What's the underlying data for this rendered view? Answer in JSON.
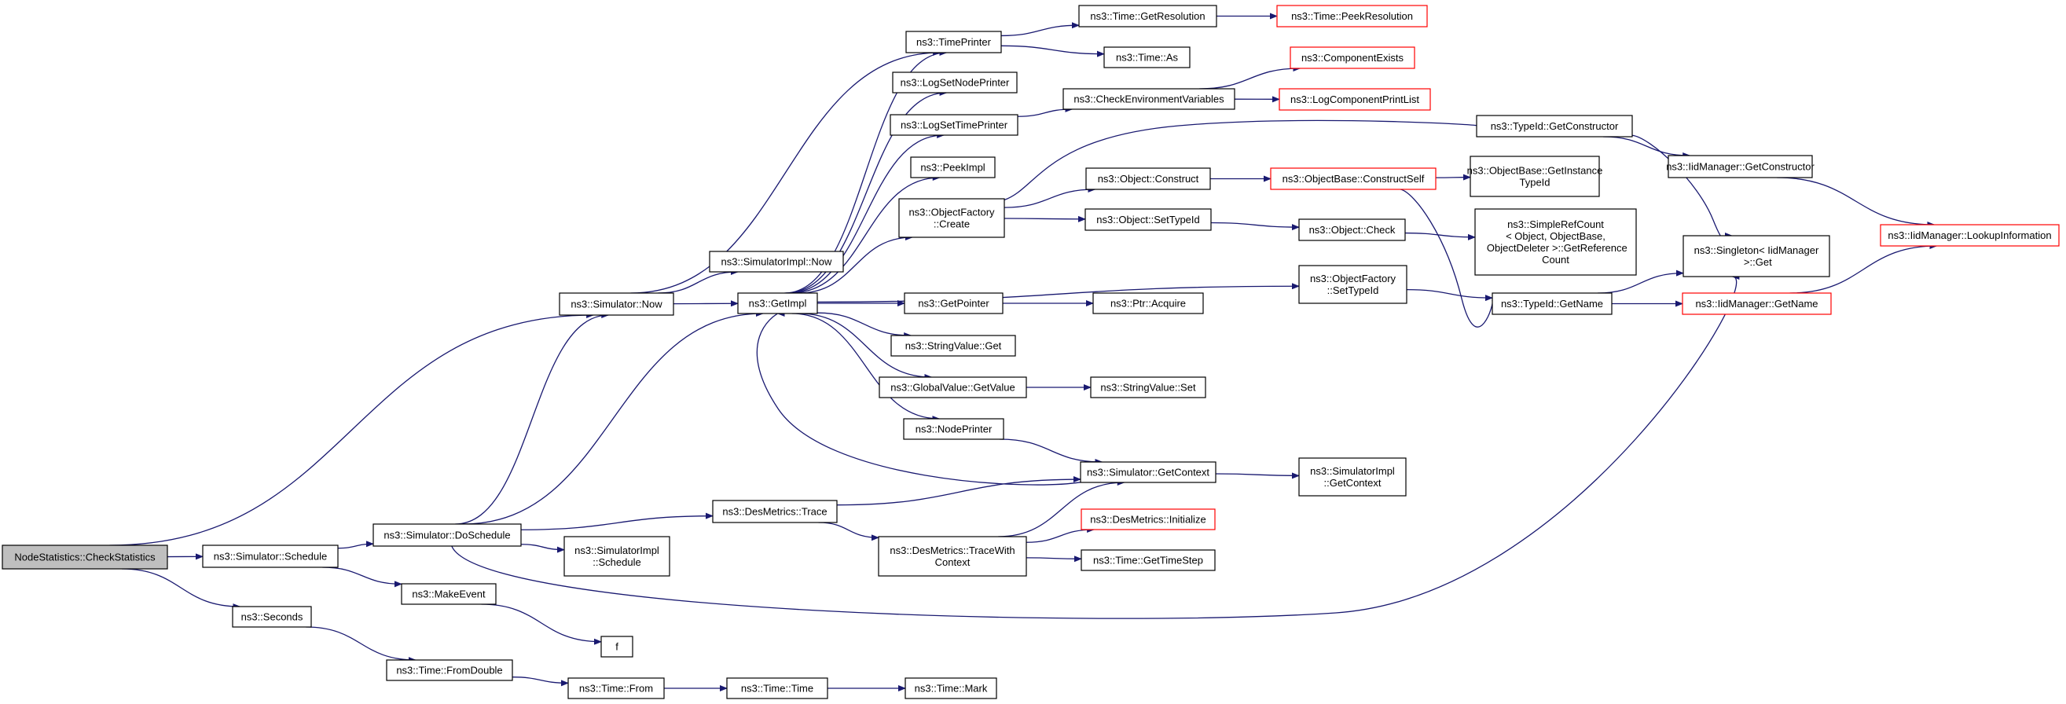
{
  "nodes": {
    "n0": "NodeStatistics::CheckStatistics",
    "n1": "ns3::Simulator::Now",
    "n2": "ns3::Simulator::Schedule",
    "n3": "ns3::Seconds",
    "n4": "ns3::Simulator::DoSchedule",
    "n5": "ns3::MakeEvent",
    "n6": "ns3::Time::FromDouble",
    "n7": "ns3::SimulatorImpl::Now",
    "n8": "ns3::GetImpl",
    "n9": "ns3::DesMetrics::Trace",
    "n10": "ns3::SimulatorImpl\n::Schedule",
    "n11": "f",
    "n12": "ns3::Time::From",
    "n13": "ns3::Time::Time",
    "n14": "ns3::TimePrinter",
    "n15": "ns3::LogSetNodePrinter",
    "n16": "ns3::LogSetTimePrinter",
    "n17": "ns3::PeekImpl",
    "n18": "ns3::ObjectFactory\n::Create",
    "n19": "ns3::GetPointer",
    "n20": "ns3::StringValue::Get",
    "n21": "ns3::GlobalValue::GetValue",
    "n22": "ns3::NodePrinter",
    "n23": "ns3::DesMetrics::TraceWith\nContext",
    "n24": "ns3::Time::Mark",
    "n25": "ns3::Time::GetResolution",
    "n26": "ns3::Time::As",
    "n27": "ns3::CheckEnvironmentVariables",
    "n28": "ns3::Object::Construct",
    "n29": "ns3::Object::SetTypeId",
    "n30": "ns3::ObjectFactory\n::SetTypeId",
    "n31": "ns3::Ptr::Acquire",
    "n32": "ns3::StringValue::Set",
    "n33": "ns3::Simulator::GetContext",
    "n34": "ns3::DesMetrics::Initialize",
    "n35": "ns3::Time::GetTimeStep",
    "n36": "ns3::Time::PeekResolution",
    "n37": "ns3::ComponentExists",
    "n38": "ns3::LogComponentPrintList",
    "n39": "ns3::ObjectBase::ConstructSelf",
    "n40": "ns3::Object::Check",
    "n41": "ns3::SimulatorImpl\n::GetContext",
    "n42": "ns3::TypeId::GetConstructor",
    "n43": "ns3::ObjectBase::GetInstance\nTypeId",
    "n44": "ns3::SimpleRefCount\n< Object, ObjectBase,\n ObjectDeleter >::GetReference\nCount",
    "n45": "ns3::TypeId::GetName",
    "n46": "ns3::IidManager::GetConstructor",
    "n47": "ns3::Singleton< IidManager\n >::Get",
    "n48": "ns3::IidManager::GetName",
    "n49": "ns3::IidManager::LookupInformation"
  },
  "colors": {
    "edge": "#191970",
    "node_border": "#000000",
    "incomplete_node_border": "#ff0000",
    "root_fill": "#bfbfbf",
    "node_fill": "#ffffff"
  }
}
